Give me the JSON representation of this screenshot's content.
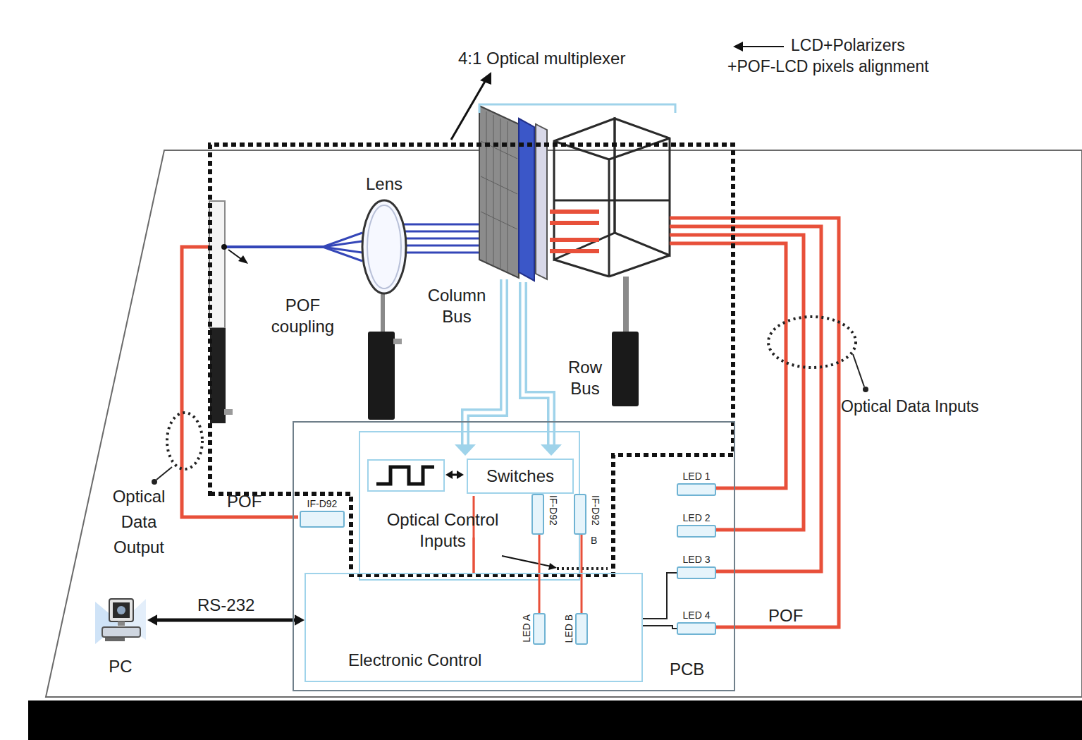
{
  "diagram": {
    "nodes": [
      {
        "text": [
          "Lens"
        ]
      },
      {
        "text": [
          "PCB"
        ]
      },
      {
        "text": [
          "Switches"
        ],
        "in": 1
      },
      {
        "text": [
          "IF-D92"
        ],
        "in": 1
      },
      {
        "text": [
          "IF-D92"
        ],
        "in": 1
      },
      {
        "text": [
          "IF-D92"
        ],
        "in": 1
      },
      {
        "text": [
          "LED 1"
        ],
        "in": 1
      },
      {
        "text": [
          "LED 2"
        ],
        "in": 1
      },
      {
        "text": [
          "LED 3"
        ],
        "in": 1
      },
      {
        "text": [
          "LED 4"
        ],
        "in": 1
      },
      {
        "text": [
          "Electronic Control"
        ],
        "in": 1
      },
      {
        "text": [
          "LED A"
        ],
        "in": 10
      },
      {
        "text": [
          "LED B"
        ],
        "in": 10
      },
      {
        "text": [
          "PC"
        ]
      }
    ],
    "edges": [
      {
        "from": 13,
        "to": 10,
        "arrow": "both",
        "label": "RS-232"
      },
      {
        "from": 11,
        "to": 4,
        "arrow": "none"
      },
      {
        "from": 12,
        "to": 5,
        "arrow": "none"
      },
      {
        "from": 10,
        "to": 6,
        "arrow": "none"
      },
      {
        "from": 10,
        "to": 7,
        "arrow": "none"
      },
      {
        "from": 10,
        "to": 8,
        "arrow": "none"
      },
      {
        "from": 10,
        "to": 9,
        "arrow": "none"
      }
    ],
    "labels": [
      "4:1 Optical multiplexer",
      "LCD+Polarizers",
      "+POF-LCD pixels alignment",
      "POF coupling",
      "Column Bus",
      "Row Bus",
      "Optical Data Inputs",
      "Optical Data Output",
      "POF",
      "Optical Control Inputs",
      "B",
      "POF"
    ]
  }
}
